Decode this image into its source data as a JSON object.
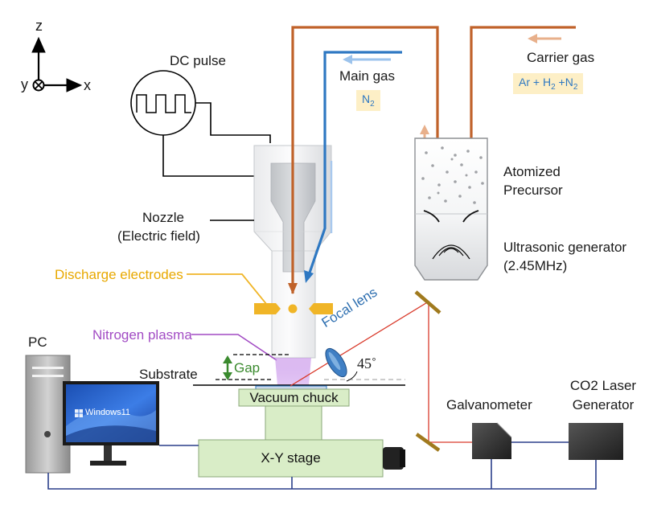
{
  "axes": {
    "z": "z",
    "y": "y",
    "x": "x"
  },
  "dc_pulse": "DC pulse",
  "main_gas": {
    "label": "Main gas",
    "formula": "N",
    "sub": "2"
  },
  "carrier_gas": {
    "label": "Carrier gas",
    "parts": [
      "Ar + H",
      "2",
      " +N",
      "2"
    ]
  },
  "atomized_precursor": [
    "Atomized",
    "Precursor"
  ],
  "ultrasonic_generator": [
    "Ultrasonic generator",
    "(2.45MHz)"
  ],
  "nozzle": [
    "Nozzle",
    "(Electric field)"
  ],
  "discharge_electrodes": "Discharge electrodes",
  "nitrogen_plasma": "Nitrogen plasma",
  "focal_lens": "Focal lens",
  "angle": "45˚",
  "pc": "PC",
  "windows_text": "Windows11",
  "substrate": "Substrate",
  "gap": "Gap",
  "vacuum_chuck": "Vacuum chuck",
  "galvanometer": "Galvanometer",
  "laser_generator": [
    "CO2 Laser",
    "Generator"
  ],
  "xy_stage": "X-Y stage",
  "colors": {
    "carrier_line": "#c0622a",
    "main_line": "#2e78c2",
    "electrode": "#f0b527",
    "electrode_label": "#e8a800",
    "plasma_label": "#a24cc4",
    "plasma": "#d6a8f0",
    "laser": "#d93a2b",
    "lens_label": "#2e6fb0",
    "gap_label": "#3a8a2e",
    "gas_box": "#fdefc6",
    "stage_fill": "#d9edc7",
    "cable": "#2a3f8a"
  }
}
